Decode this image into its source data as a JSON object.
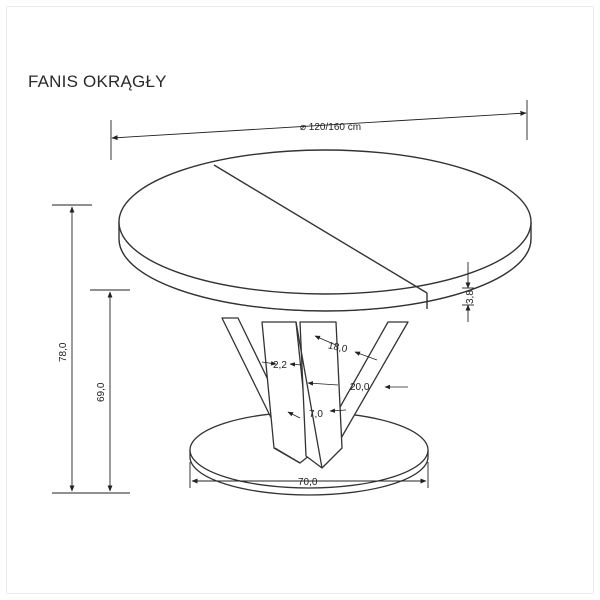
{
  "title": "FANIS OKRĄGŁY",
  "dimensions": {
    "diameter": "⌀ 120/160 cm",
    "total_height": "78,0",
    "base_height": "69,0",
    "top_thickness": "3,8",
    "leg_width_top": "18,0",
    "leg_gap": "2,2",
    "leg_width_mid": "20,0",
    "leg_width_low": "7,0",
    "base_diameter": "70,0"
  }
}
